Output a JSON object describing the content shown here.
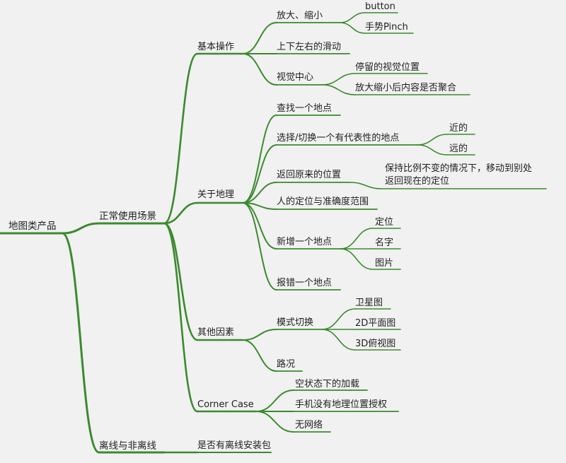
{
  "colors": {
    "branch": "#3b8a2e",
    "text": "#1f1f1f",
    "background": "#f1f1f1"
  },
  "mindmap": {
    "root": "地图类产品",
    "normal": {
      "label": "正常使用场景",
      "basic": {
        "label": "基本操作",
        "zoom": "放大、缩小",
        "zoom_button": "button",
        "zoom_pinch": "手势Pinch",
        "pan": "上下左右的滑动",
        "visual_center": "视觉中心",
        "visual_stay": "停留的视觉位置",
        "visual_cluster": "放大缩小后内容是否聚合"
      },
      "geo": {
        "label": "关于地理",
        "find": "查找一个地点",
        "select": "选择/切换一个有代表性的地点",
        "near": "近的",
        "far": "远的",
        "back": "返回原来的位置",
        "back_line1": "保持比例不变的情况下，移动到别处",
        "back_line2": "返回现在的定位",
        "locate": "人的定位与准确度范围",
        "add": "新增一个地点",
        "add_position": "定位",
        "add_name": "名字",
        "add_picture": "图片",
        "report": "报错一个地点"
      },
      "other": {
        "label": "其他因素",
        "mode": "模式切换",
        "satellite": "卫星图",
        "flat2d": "2D平面图",
        "view3d": "3D俯视图",
        "traffic": "路况"
      },
      "corner": {
        "label": "Corner Case",
        "empty": "空状态下的加载",
        "no_auth": "手机没有地理位置授权",
        "no_network": "无网络"
      }
    },
    "offline": {
      "label": "离线与非离线",
      "package": "是否有离线安装包"
    }
  }
}
